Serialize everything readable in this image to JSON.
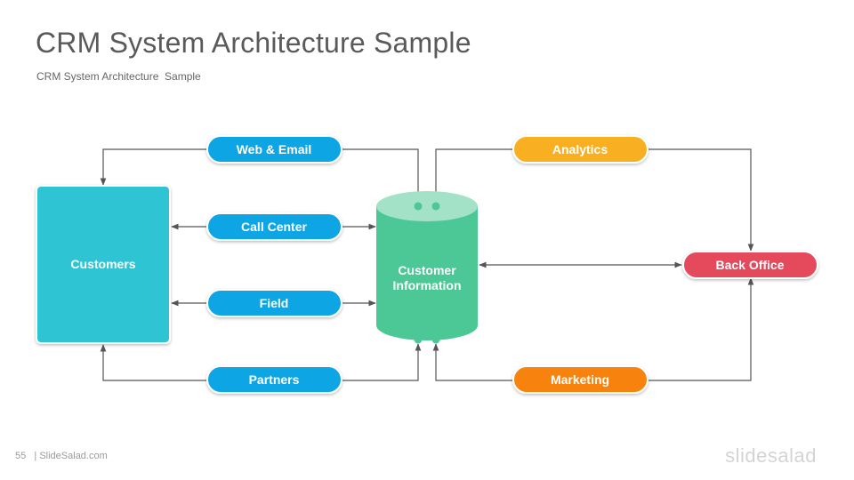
{
  "slide": {
    "title": "CRM System Architecture Sample",
    "subtitle": "CRM System Architecture  Sample"
  },
  "nodes": {
    "customers": "Customers",
    "db_line1": "Customer",
    "db_line2": "Information",
    "back_office": "Back Office"
  },
  "channels": {
    "web_email": "Web & Email",
    "call_center": "Call Center",
    "field": "Field",
    "partners": "Partners",
    "analytics": "Analytics",
    "marketing": "Marketing"
  },
  "colors": {
    "blue": "#0ea5e4",
    "teal": "#2ec4d4",
    "green": "#4cc796",
    "green_top": "#a3e2c7",
    "yellow": "#f8b023",
    "orange": "#f7820a",
    "red": "#e5485c",
    "line": "#555555"
  },
  "footer": {
    "page": "55",
    "site": "| SlideSalad.com",
    "logo": "slidesalad"
  }
}
